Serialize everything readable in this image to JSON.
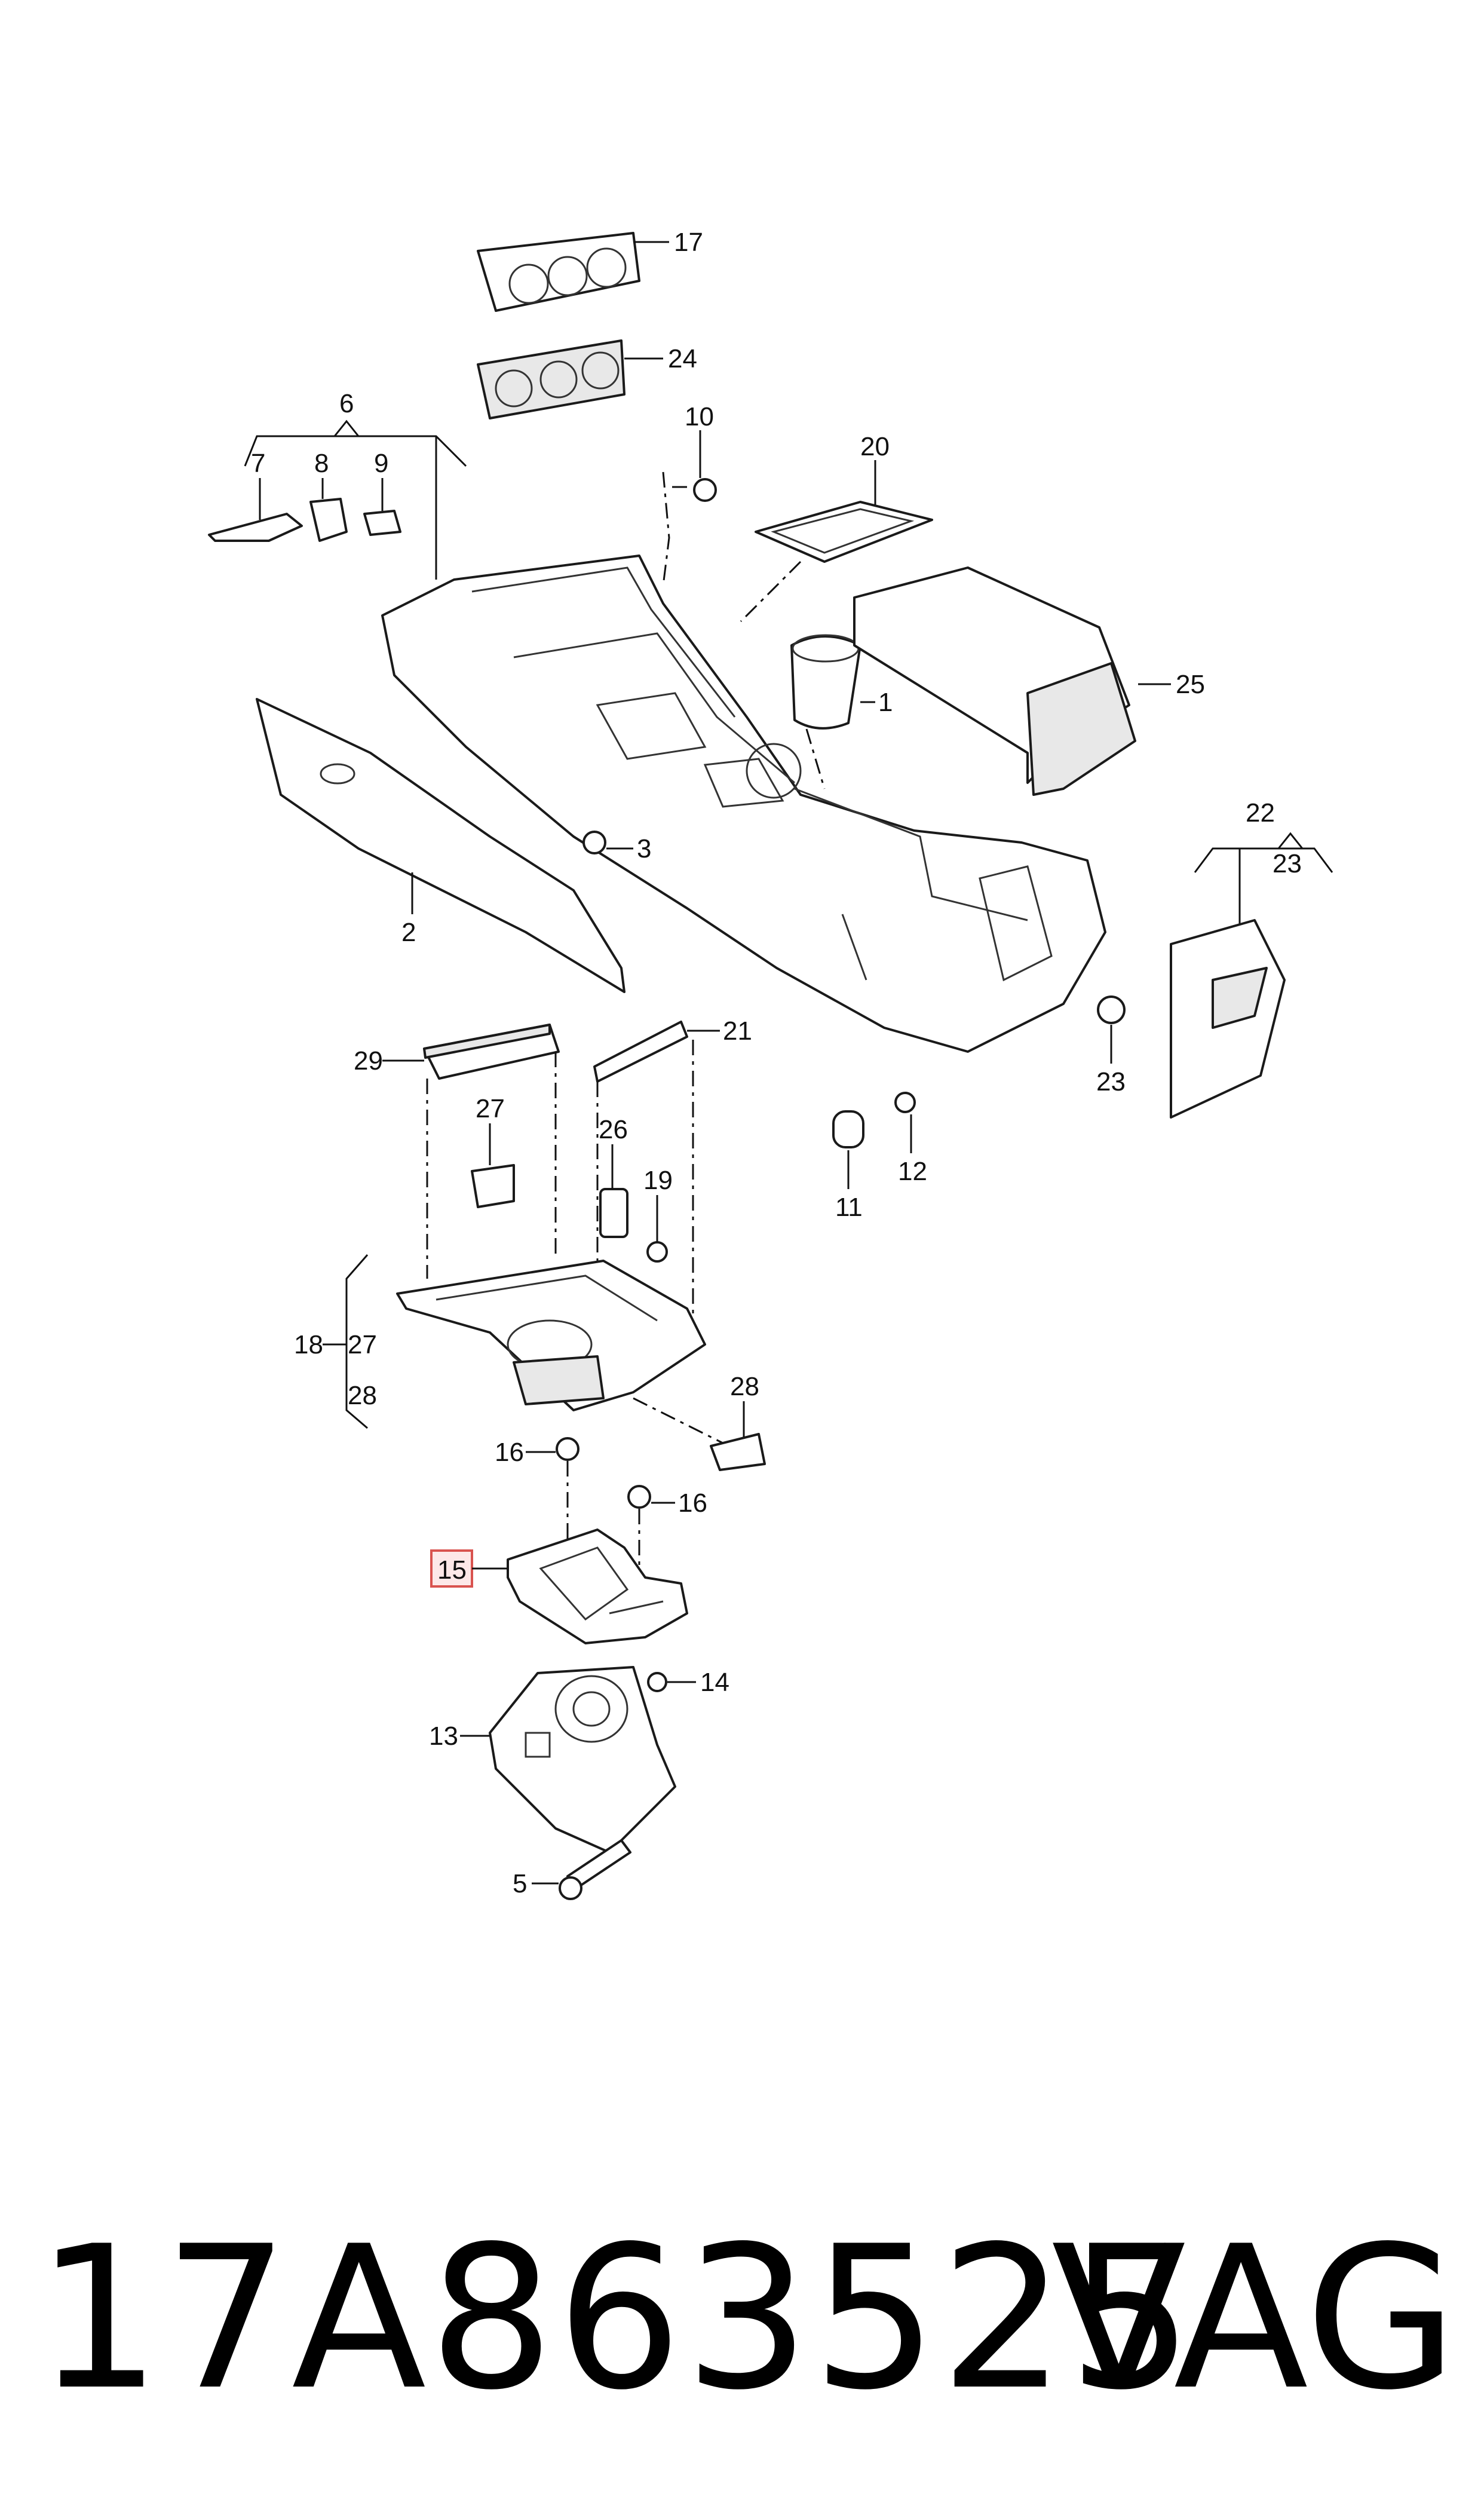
{
  "callouts": {
    "c1": "1",
    "c2": "2",
    "c3": "3",
    "c5": "5",
    "c6": "6",
    "c7": "7",
    "c8": "8",
    "c9": "9",
    "c10": "10",
    "c11": "11",
    "c12": "12",
    "c13": "13",
    "c14": "14",
    "c15": "15",
    "c16a": "16",
    "c16b": "16",
    "c17": "17",
    "c18": "18",
    "c19": "19",
    "c20": "20",
    "c21": "21",
    "c22": "22",
    "c23a": "23",
    "c23b": "23",
    "c24": "24",
    "c25": "25",
    "c26": "26",
    "c27a": "27",
    "c27b": "27",
    "c28a": "28",
    "c28b": "28",
    "c29": "29"
  },
  "highlighted_callout": "15",
  "caption": {
    "part_number": "17A863525",
    "brand": "VAG"
  },
  "colors": {
    "highlight_fill": "#fde8e8",
    "highlight_stroke": "#d9534f"
  }
}
